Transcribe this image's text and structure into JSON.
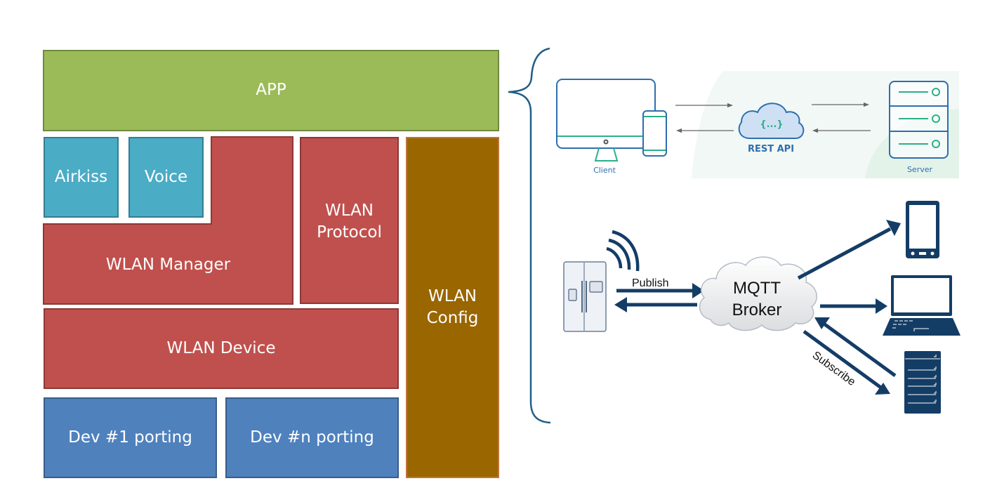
{
  "stack": {
    "app": "APP",
    "airkiss": "Airkiss",
    "voice": "Voice",
    "wlan_manager": "WLAN Manager",
    "wlan_protocol_line1": "WLAN",
    "wlan_protocol_line2": "Protocol",
    "wlan_config_line1": "WLAN",
    "wlan_config_line2": "Config",
    "wlan_device": "WLAN Device",
    "dev1_porting": "Dev #1 porting",
    "devn_porting": "Dev #n porting"
  },
  "rest": {
    "client_label": "Client",
    "api_label": "REST API",
    "api_glyph": "{...}",
    "server_label": "Server"
  },
  "mqtt": {
    "broker_line1": "MQTT",
    "broker_line2": "Broker",
    "publish_label": "Publish",
    "subscribe_label": "Subscribe"
  },
  "colors": {
    "app_green": "#9bbb59",
    "teal": "#4bacc6",
    "red": "#c0504d",
    "blue": "#4f81bd",
    "brown": "#996600",
    "bracket": "#1f5f86",
    "mqtt_navy": "#143d66",
    "rest_blue": "#2e6fad",
    "rest_green": "#2bb08a"
  }
}
